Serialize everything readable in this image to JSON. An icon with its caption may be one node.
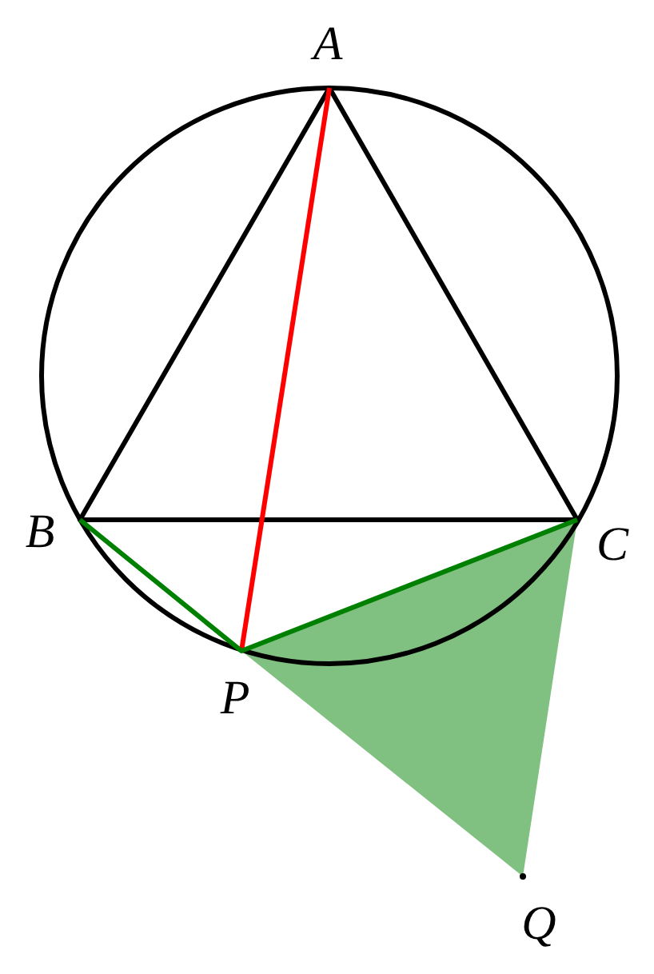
{
  "diagram": {
    "labels": [
      "A",
      "B",
      "C",
      "P",
      "Q"
    ]
  }
}
